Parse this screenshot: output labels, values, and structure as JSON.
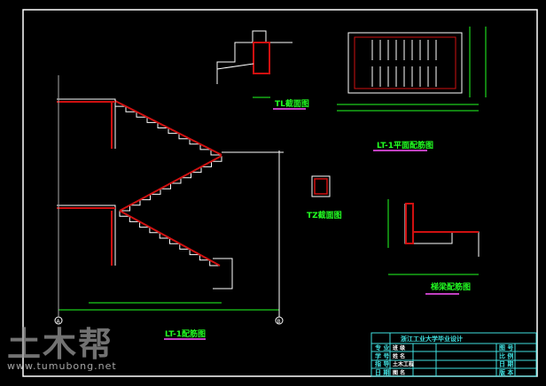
{
  "drawing": {
    "labels": {
      "tl_section": "TL截面图",
      "plan": "LT-1平面配筋图",
      "tz_section": "TZ截面图",
      "beam": "梯梁配筋图",
      "section": "LT-1配筋图",
      "axis_a": "A",
      "axis_b": "B"
    },
    "colors": {
      "frame": "#ffffff",
      "rebar": "#d01010",
      "dim": "#22ff22",
      "underline": "#c040c0",
      "titleblock": "#40e0e0"
    }
  },
  "title_block": {
    "school": "浙江工业大学毕业设计",
    "rows": [
      [
        "专 业",
        "班 级"
      ],
      [
        "学 号",
        "姓 名"
      ],
      [
        "指 导",
        "土木工程"
      ],
      [
        "日 期",
        "图 名"
      ]
    ],
    "right": [
      [
        "图 号"
      ],
      [
        "比 例"
      ],
      [
        "日 期"
      ],
      [
        "版 本"
      ]
    ]
  },
  "watermark": {
    "logo": "土木帮",
    "url": "www.tumubong.net"
  }
}
